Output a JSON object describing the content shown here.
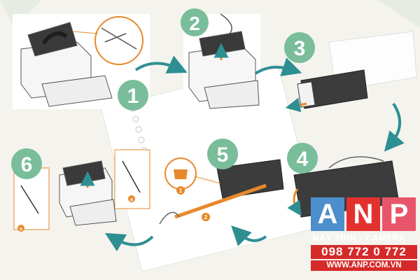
{
  "steps": [
    {
      "number": "1"
    },
    {
      "number": "2"
    },
    {
      "number": "3"
    },
    {
      "number": "4"
    },
    {
      "number": "5"
    },
    {
      "number": "6"
    }
  ],
  "callouts": {
    "step5_a": "1",
    "step5_b": "2",
    "step6_a": "a",
    "step6_b": "a"
  },
  "brand": {
    "letters": [
      "A",
      "N",
      "P"
    ],
    "letter_colors": [
      "#4d8fcc",
      "#e3312f",
      "#e8556a"
    ],
    "tagline": "MÁY TÍNH - CAMERA",
    "phone": "098 772 0 772",
    "website": "WWW.ANP.COM.VN"
  },
  "colors": {
    "step_circle": "#79bd9a",
    "arrow": "#2e8f92",
    "callout_orange": "#e8892c",
    "line": "#333333"
  }
}
